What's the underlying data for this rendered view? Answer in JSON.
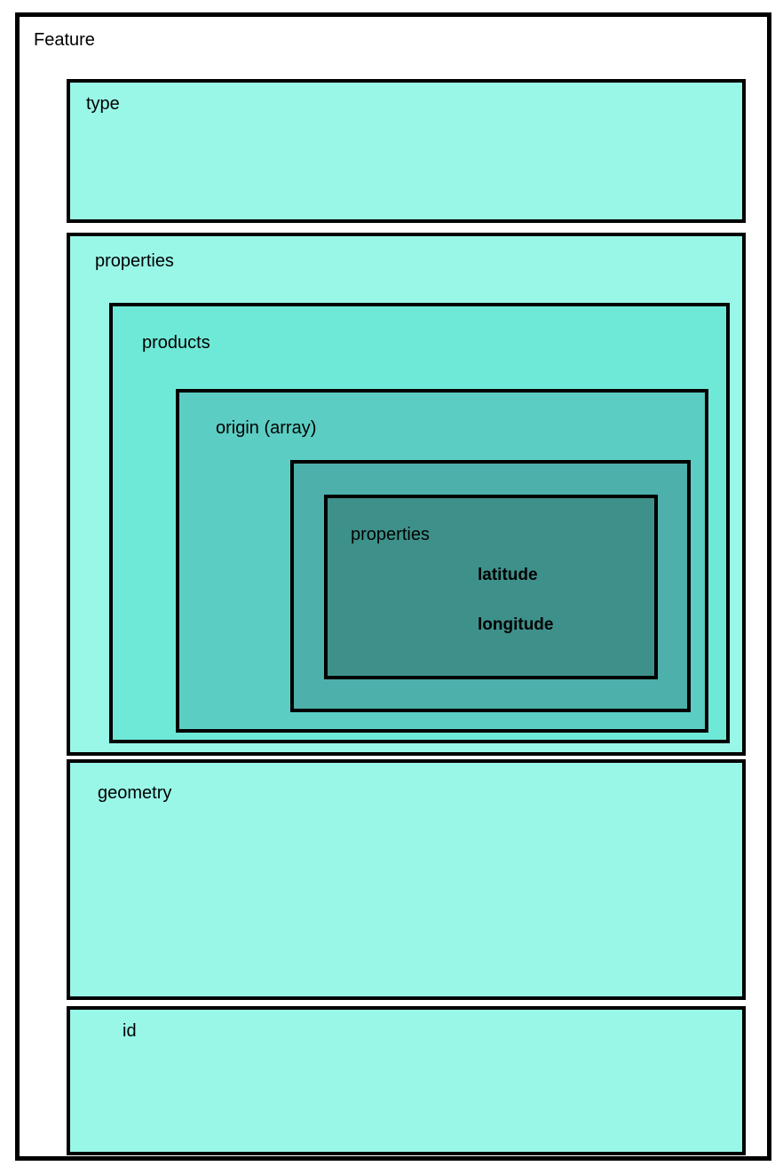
{
  "diagram": {
    "feature": {
      "label": "Feature"
    },
    "sections": {
      "type": {
        "label": "type"
      },
      "properties": {
        "label": "properties"
      },
      "geometry": {
        "label": "geometry"
      },
      "id": {
        "label": "id"
      }
    },
    "nested": {
      "products": {
        "label": "products"
      },
      "origin": {
        "label": "origin (array)"
      },
      "inner_properties": {
        "label": "properties"
      },
      "fields": {
        "latitude": {
          "label": "latitude"
        },
        "longitude": {
          "label": "longitude"
        }
      }
    },
    "colors": {
      "depth1_fill": "#99f7e8",
      "depth2_fill": "#6fe9d7",
      "depth3_fill": "#5bcdc3",
      "depth4_fill": "#4db0aa",
      "depth5_fill": "#3e918b",
      "border": "#000000",
      "canvas": "#ffffff"
    }
  }
}
